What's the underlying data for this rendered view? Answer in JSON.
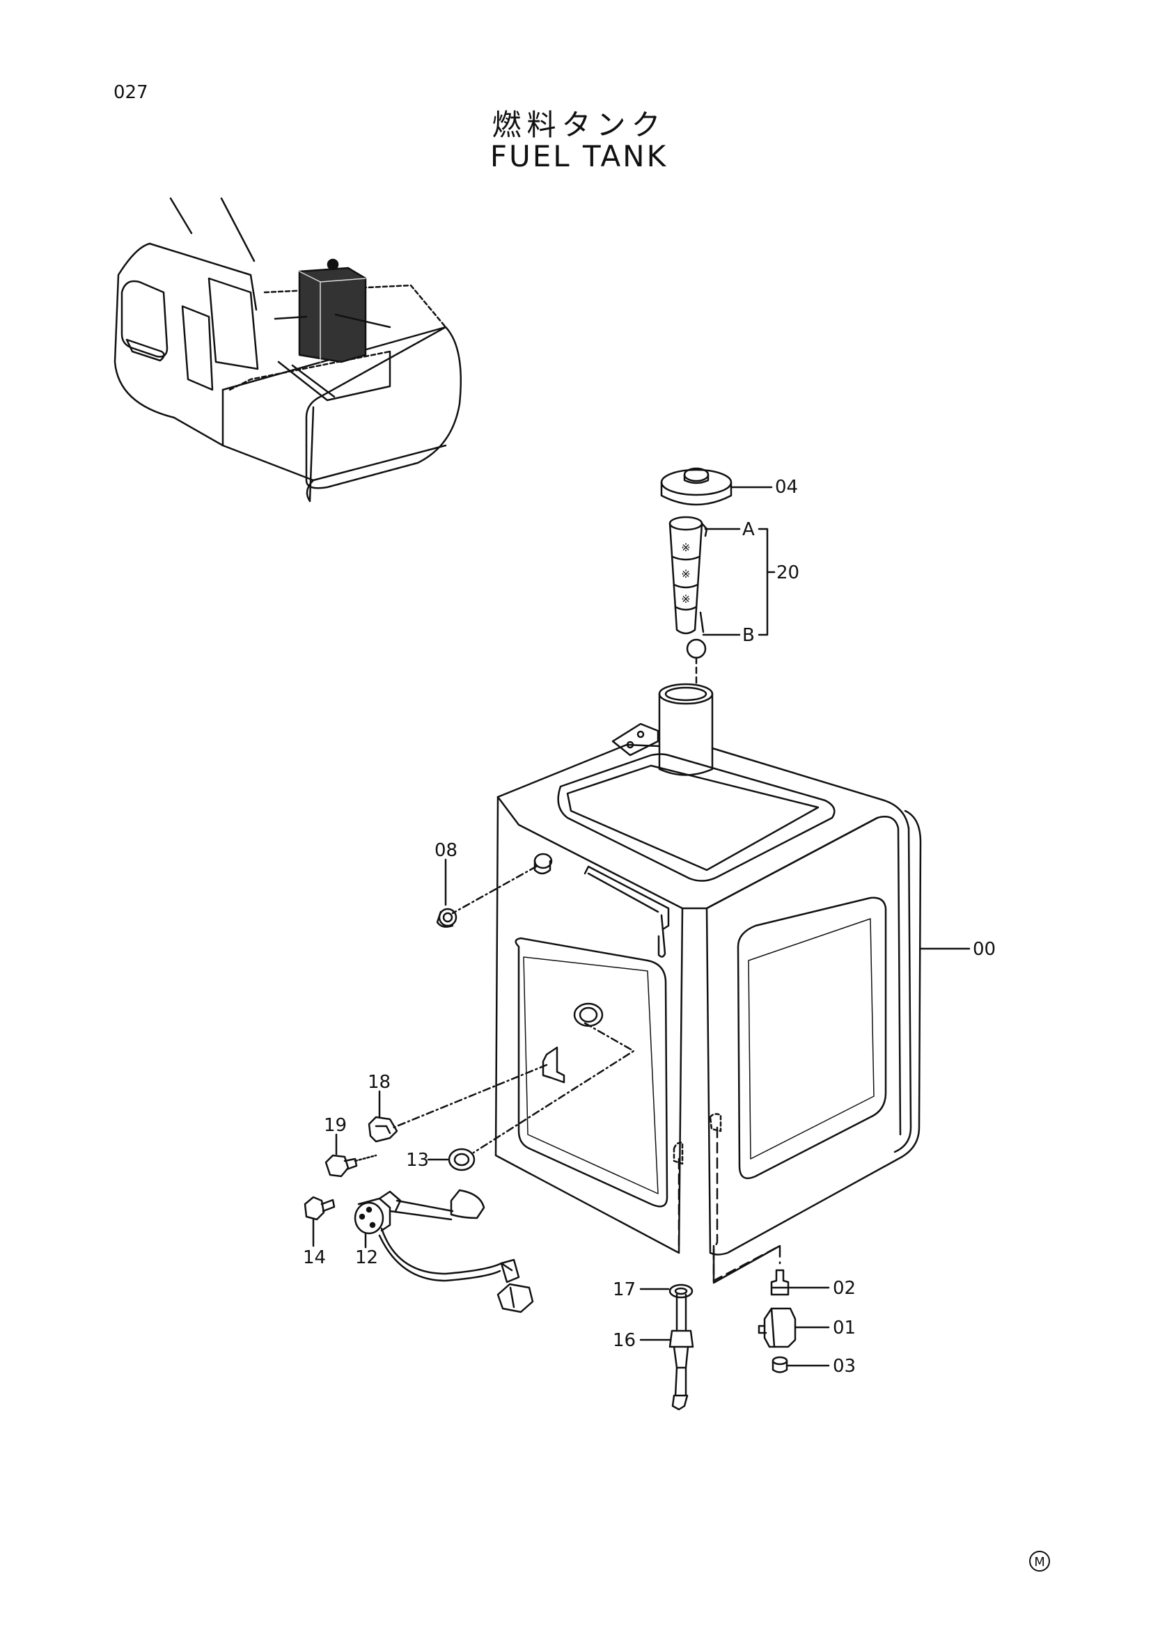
{
  "page_number": "027",
  "title_jp": "燃料タンク",
  "title_en": "FUEL TANK",
  "footer_mark": "M",
  "callouts": {
    "c00": "00",
    "c01": "01",
    "c02": "02",
    "c03": "03",
    "c04": "04",
    "c08": "08",
    "c12": "12",
    "c13": "13",
    "c14": "14",
    "c16": "16",
    "c17": "17",
    "c18": "18",
    "c19": "19",
    "c20": "20",
    "cA": "A",
    "cB": "B"
  }
}
